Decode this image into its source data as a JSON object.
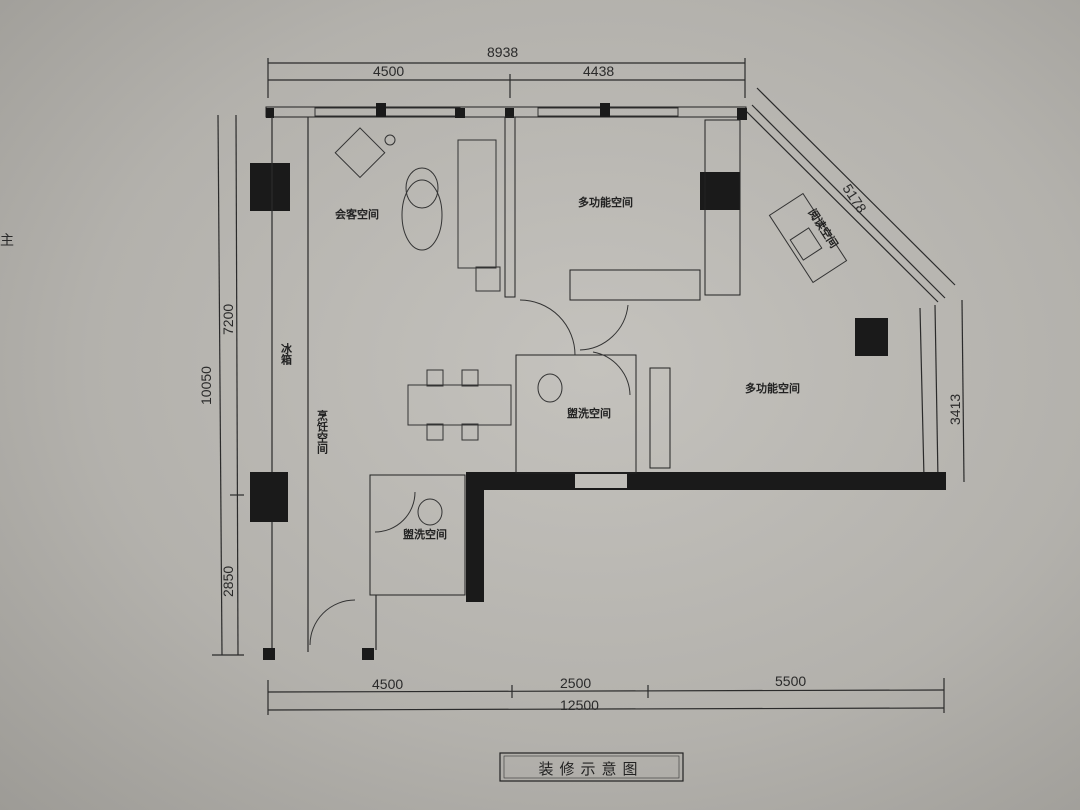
{
  "title": "装修示意图",
  "edge_fragment": "主",
  "dimensions": {
    "top_total": "8938",
    "top_left": "4500",
    "top_right": "4438",
    "diagonal": "5178",
    "left_upper": "7200",
    "left_total": "10050",
    "left_lower": "2850",
    "right_side": "3413",
    "bottom_left": "4500",
    "bottom_mid": "2500",
    "bottom_right": "5500",
    "bottom_total": "12500"
  },
  "rooms": {
    "reception": "会客空间",
    "multi_upper": "多功能空间",
    "reading": "阅读空间",
    "fridge": "冰箱",
    "cooking": "烹饪空间",
    "washroom_1": "盥洗空间",
    "multi_lower": "多功能空间",
    "washroom_2": "盥洗空间"
  }
}
